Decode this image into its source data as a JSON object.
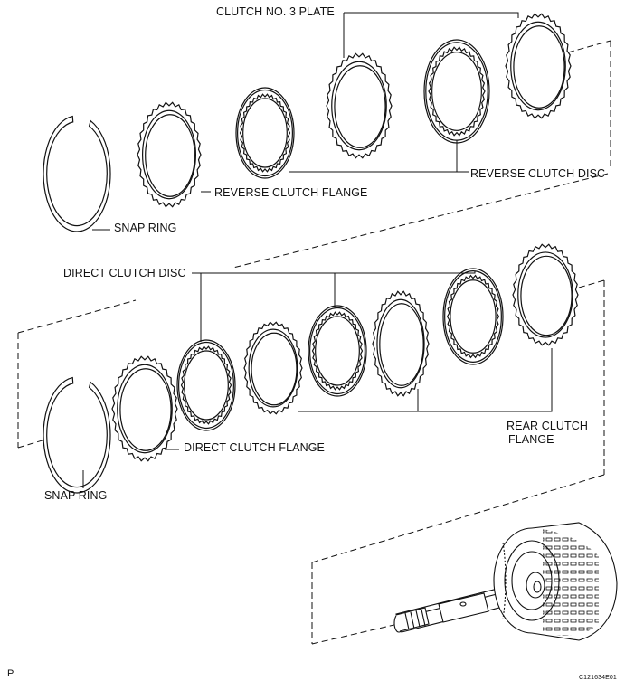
{
  "labels": {
    "clutch_no3_plate": "CLUTCH NO. 3 PLATE",
    "reverse_clutch_disc": "REVERSE CLUTCH DISC",
    "reverse_clutch_flange": "REVERSE CLUTCH FLANGE",
    "snap_ring_top": "SNAP RING",
    "direct_clutch_disc": "DIRECT CLUTCH DISC",
    "direct_clutch_flange": "DIRECT CLUTCH FLANGE",
    "rear_clutch_flange_line1": "REAR CLUTCH",
    "rear_clutch_flange_line2": "FLANGE",
    "snap_ring_bottom": "SNAP RING"
  },
  "footer": {
    "page_marker": "P",
    "figure_code": "C121634E01"
  },
  "colors": {
    "line": "#111111",
    "background": "#ffffff"
  }
}
